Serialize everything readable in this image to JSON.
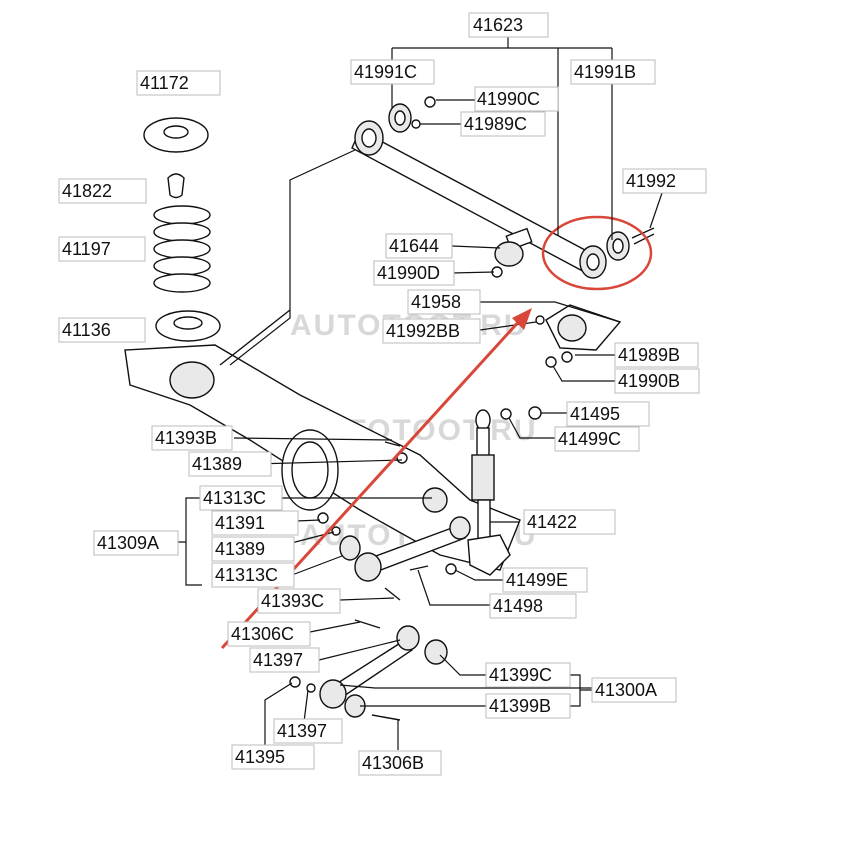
{
  "diagram": {
    "labels": {
      "p41623": "41623",
      "p41991C": "41991C",
      "p41991B": "41991B",
      "p41990C": "41990C",
      "p41989C": "41989C",
      "p41172": "41172",
      "p41822": "41822",
      "p41197": "41197",
      "p41136": "41136",
      "p41992": "41992",
      "p41644": "41644",
      "p41990D": "41990D",
      "p41958": "41958",
      "p41992BB": "41992BB",
      "p41989B": "41989B",
      "p41990B": "41990B",
      "p41495": "41495",
      "p41499C": "41499C",
      "p41393B": "41393B",
      "p41389a": "41389",
      "p41313Ca": "41313C",
      "p41391": "41391",
      "p41309A": "41309A",
      "p41389b": "41389",
      "p41313Cb": "41313C",
      "p41422": "41422",
      "p41499E": "41499E",
      "p41498": "41498",
      "p41393C": "41393C",
      "p41306C": "41306C",
      "p41397a": "41397",
      "p41399C": "41399C",
      "p41300A": "41300A",
      "p41399B": "41399B",
      "p41397b": "41397",
      "p41395": "41395",
      "p41306B": "41306B"
    },
    "watermark": "AUTOTOOT.RU",
    "highlight_color": "#d9473b"
  }
}
